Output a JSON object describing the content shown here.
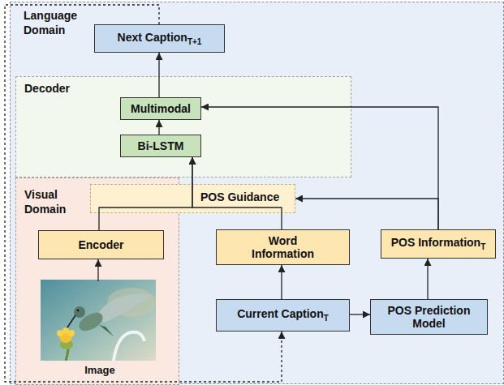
{
  "diagram": {
    "nodes": [
      {
        "text": [
          "Language Domain"
        ]
      },
      {
        "text": [
          "Next Caption",
          "T+1"
        ],
        "in": 0
      },
      {
        "text": [
          "Decoder"
        ],
        "in": 0
      },
      {
        "text": [
          "Multimodal"
        ],
        "in": 2
      },
      {
        "text": [
          "Bi-LSTM"
        ],
        "in": 2
      },
      {
        "text": [
          "Visual Domain"
        ],
        "in": 0
      },
      {
        "text": [
          "POS Guidance"
        ],
        "in": 0
      },
      {
        "text": [
          "Encoder"
        ],
        "in": 5
      },
      {
        "text": [
          "Image"
        ],
        "in": 5
      },
      {
        "text": [
          "Word Information"
        ],
        "in": 0
      },
      {
        "text": [
          "POS Information",
          "T"
        ],
        "in": 0
      },
      {
        "text": [
          "Current Caption",
          "T"
        ],
        "in": 0
      },
      {
        "text": [
          "POS Prediction Model"
        ],
        "in": 0
      }
    ],
    "edges": [
      {
        "from": 1,
        "to": 11,
        "arrow": "to"
      },
      {
        "from": 3,
        "to": 1,
        "arrow": "to"
      },
      {
        "from": 4,
        "to": 3,
        "arrow": "to"
      },
      {
        "from": 7,
        "to": 4,
        "arrow": "to"
      },
      {
        "from": 9,
        "to": 4,
        "arrow": "to"
      },
      {
        "from": 10,
        "to": 6,
        "arrow": "to"
      },
      {
        "from": 10,
        "to": 3,
        "arrow": "to"
      },
      {
        "from": 11,
        "to": 9,
        "arrow": "to"
      },
      {
        "from": 11,
        "to": 12,
        "arrow": "to"
      },
      {
        "from": 12,
        "to": 10,
        "arrow": "to"
      },
      {
        "from": 8,
        "to": 7,
        "arrow": "to"
      }
    ]
  }
}
